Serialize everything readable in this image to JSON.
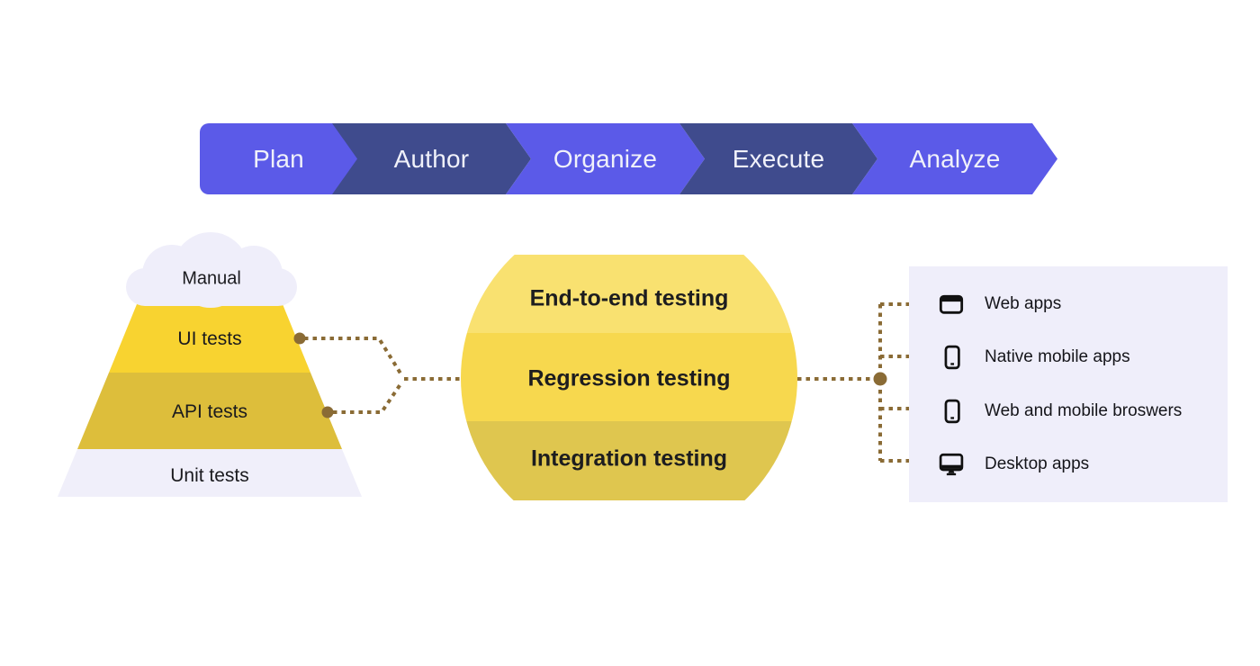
{
  "process_bar": {
    "stages": [
      "Plan",
      "Author",
      "Organize",
      "Execute",
      "Analyze"
    ]
  },
  "pyramid": {
    "cloud_label": "Manual",
    "levels": [
      "UI tests",
      "API tests",
      "Unit tests"
    ]
  },
  "test_circle": {
    "bands": [
      "End-to-end testing",
      "Regression testing",
      "Integration testing"
    ]
  },
  "targets": {
    "items": [
      {
        "icon": "browser-window-icon",
        "label": "Web apps"
      },
      {
        "icon": "mobile-phone-icon",
        "label": "Native mobile apps"
      },
      {
        "icon": "mobile-device-icon",
        "label": "Web and mobile broswers"
      },
      {
        "icon": "desktop-monitor-icon",
        "label": "Desktop apps"
      }
    ]
  },
  "colors": {
    "chevron_light": "#5B5AE8",
    "chevron_dark": "#3F4B8D",
    "chevron_text": "#F0F1FA",
    "lavender": "#EFEEFA",
    "pyramid_ui": "#F8D330",
    "pyramid_api": "#DDBE3B",
    "pyramid_unit": "#F0EFFA",
    "circle_top": "#F9E170",
    "circle_mid": "#F7D84E",
    "circle_bottom": "#DFC64F",
    "connector": "#8A6B35",
    "icon_color": "#111111",
    "text_dark": "#1D1D1F"
  }
}
